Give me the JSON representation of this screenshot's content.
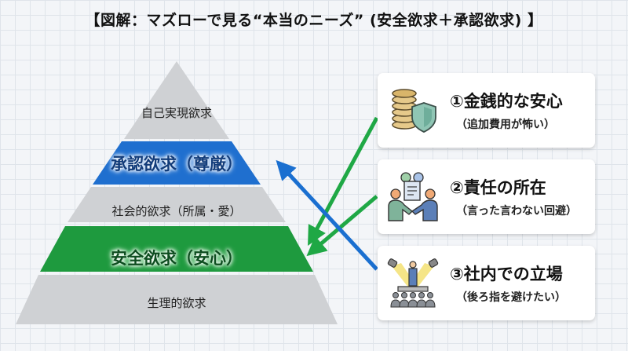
{
  "title": "【図解：マズローで見る“本当のニーズ” (安全欲求＋承認欲求) 】",
  "pyramid": {
    "layers": [
      {
        "label": "自己実現欲求",
        "color": "#cfd1d4",
        "highlight": false
      },
      {
        "label": "承認欲求（尊厳）",
        "color": "#1f6fcf",
        "highlight": true
      },
      {
        "label": "社会的欲求（所属・愛）",
        "color": "#cfd1d4",
        "highlight": false
      },
      {
        "label": "安全欲求（安心）",
        "color": "#1e9a3e",
        "highlight": true
      },
      {
        "label": "生理的欲求",
        "color": "#cfd1d4",
        "highlight": false
      }
    ]
  },
  "cards": [
    {
      "number": "①",
      "title": "①金銭的な安心",
      "subtitle": "（追加費用が怖い）",
      "icon": "coins-shield-icon",
      "arrow_target": "安全欲求",
      "arrow_color": "#1fa845"
    },
    {
      "number": "②",
      "title": "②責任の所在",
      "subtitle": "（言った言わない回避）",
      "icon": "handshake-document-icon",
      "arrow_target": "安全欲求",
      "arrow_color": "#1fa845"
    },
    {
      "number": "③",
      "title": "③社内での立場",
      "subtitle": "（後ろ指を避けたい）",
      "icon": "spotlight-stage-icon",
      "arrow_target": "承認欲求",
      "arrow_color": "#1a6fd0"
    }
  ],
  "colors": {
    "blue": "#1f6fcf",
    "green": "#1e9a3e",
    "gray": "#cfd1d4",
    "arrow_green": "#1fa845",
    "arrow_blue": "#1a6fd0"
  }
}
